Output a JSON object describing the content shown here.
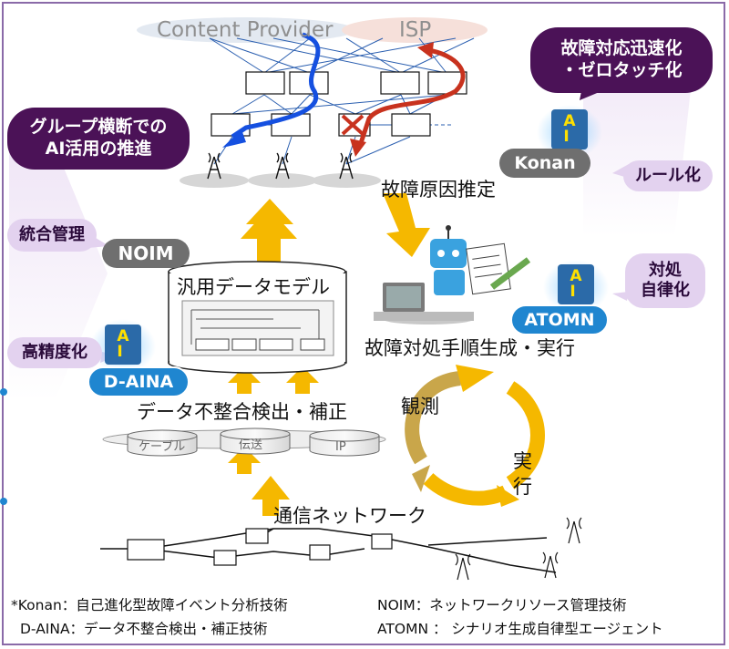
{
  "top": {
    "content_provider": "Content Provider",
    "isp": "ISP"
  },
  "callouts": {
    "failure_response_line1": "故障対応迅速化",
    "failure_response_line2": "・ゼロタッチ化",
    "group_ai_line1": "グループ横断での",
    "group_ai_line2": "AI活用の推進",
    "rule": "ルール化",
    "autonomous_line1": "対処",
    "autonomous_line2": "自律化",
    "unified": "統合管理",
    "precision": "高精度化"
  },
  "systems": {
    "konan": "Konan",
    "noim": "NOIM",
    "atomn": "ATOMN",
    "d_aina": "D-AINA"
  },
  "ai_icon_text": "A I",
  "labels": {
    "cause_estimation": "故障原因推定",
    "data_model": "汎用データモデル",
    "procedure": "故障対処手順生成・実行",
    "observe": "観測",
    "execute_1": "実",
    "execute_2": "行",
    "inconsistency": "データ不整合検出・補正",
    "network": "通信ネットワーク"
  },
  "databases": [
    "ケーブル",
    "伝送",
    "IP"
  ],
  "footnotes": {
    "konan": "*Konan：自己進化型故障イベント分析技術",
    "noim": "NOIM：ネットワークリソース管理技術",
    "d_aina": "D-AINA：データ不整合検出・補正技術",
    "atomn": "ATOMN ： シナリオ生成自律型エージェント"
  },
  "colors": {
    "purple": "#4b1257",
    "lilac": "#e3d2ef",
    "gold": "#f5b800",
    "blue_path": "#1550e0",
    "red_path": "#c8321e",
    "accent_blue": "#1f86d0"
  }
}
